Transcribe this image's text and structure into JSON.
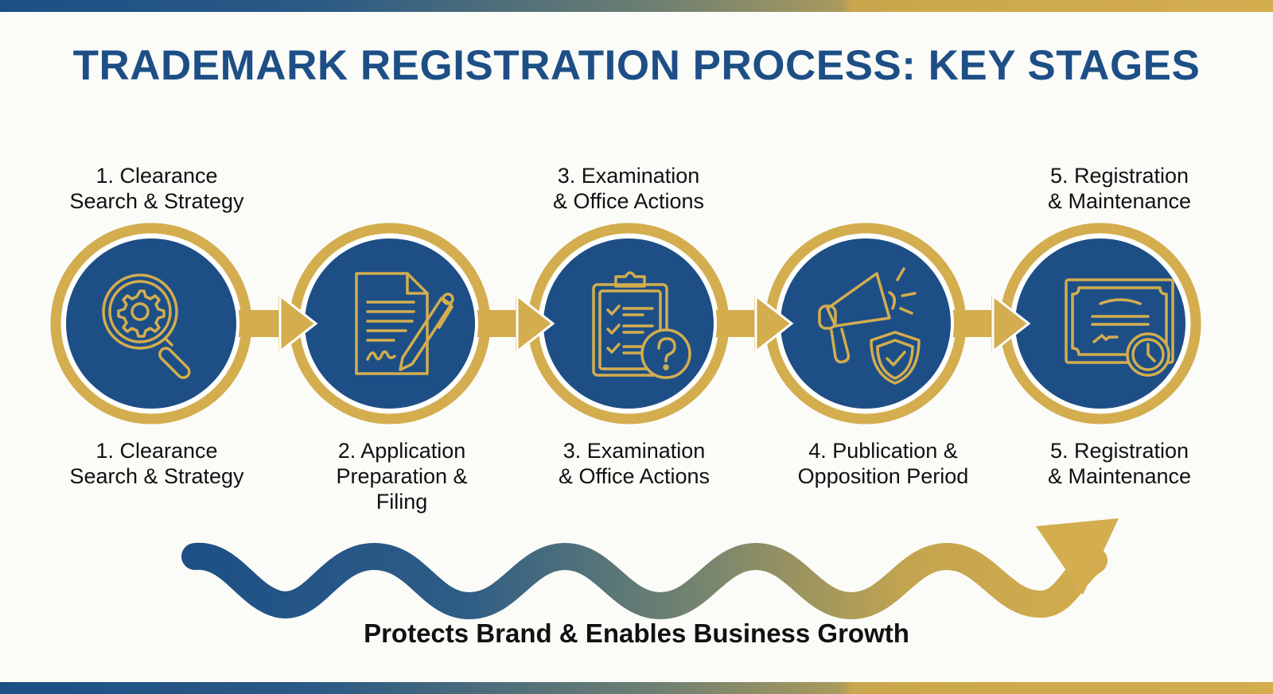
{
  "title": "TRADEMARK REGISTRATION PROCESS: KEY STAGES",
  "colors": {
    "navy": "#1d4f86",
    "gold": "#d3ad4e",
    "text": "#111111",
    "background": "#fbfbf8"
  },
  "top_labels": [
    {
      "line1": "1. Clearance",
      "line2": "Search & Strategy"
    },
    {
      "line1": "3. Examination",
      "line2": "& Office Actions"
    },
    {
      "line1": "5. Registration",
      "line2": "& Maintenance"
    }
  ],
  "stages": [
    {
      "number": 1,
      "icon": "magnifier-gear-icon",
      "line1": "1. Clearance",
      "line2": "Search & Strategy",
      "line3": ""
    },
    {
      "number": 2,
      "icon": "document-pen-icon",
      "line1": "2. Application",
      "line2": "Preparation &",
      "line3": "Filing"
    },
    {
      "number": 3,
      "icon": "clipboard-question-icon",
      "line1": "3. Examination",
      "line2": "& Office Actions",
      "line3": ""
    },
    {
      "number": 4,
      "icon": "megaphone-shield-icon",
      "line1": "4. Publication &",
      "line2": "Opposition Period",
      "line3": ""
    },
    {
      "number": 5,
      "icon": "certificate-clock-icon",
      "line1": "5. Registration",
      "line2": "& Maintenance",
      "line3": ""
    }
  ],
  "tagline": "Protects Brand & Enables Business Growth"
}
